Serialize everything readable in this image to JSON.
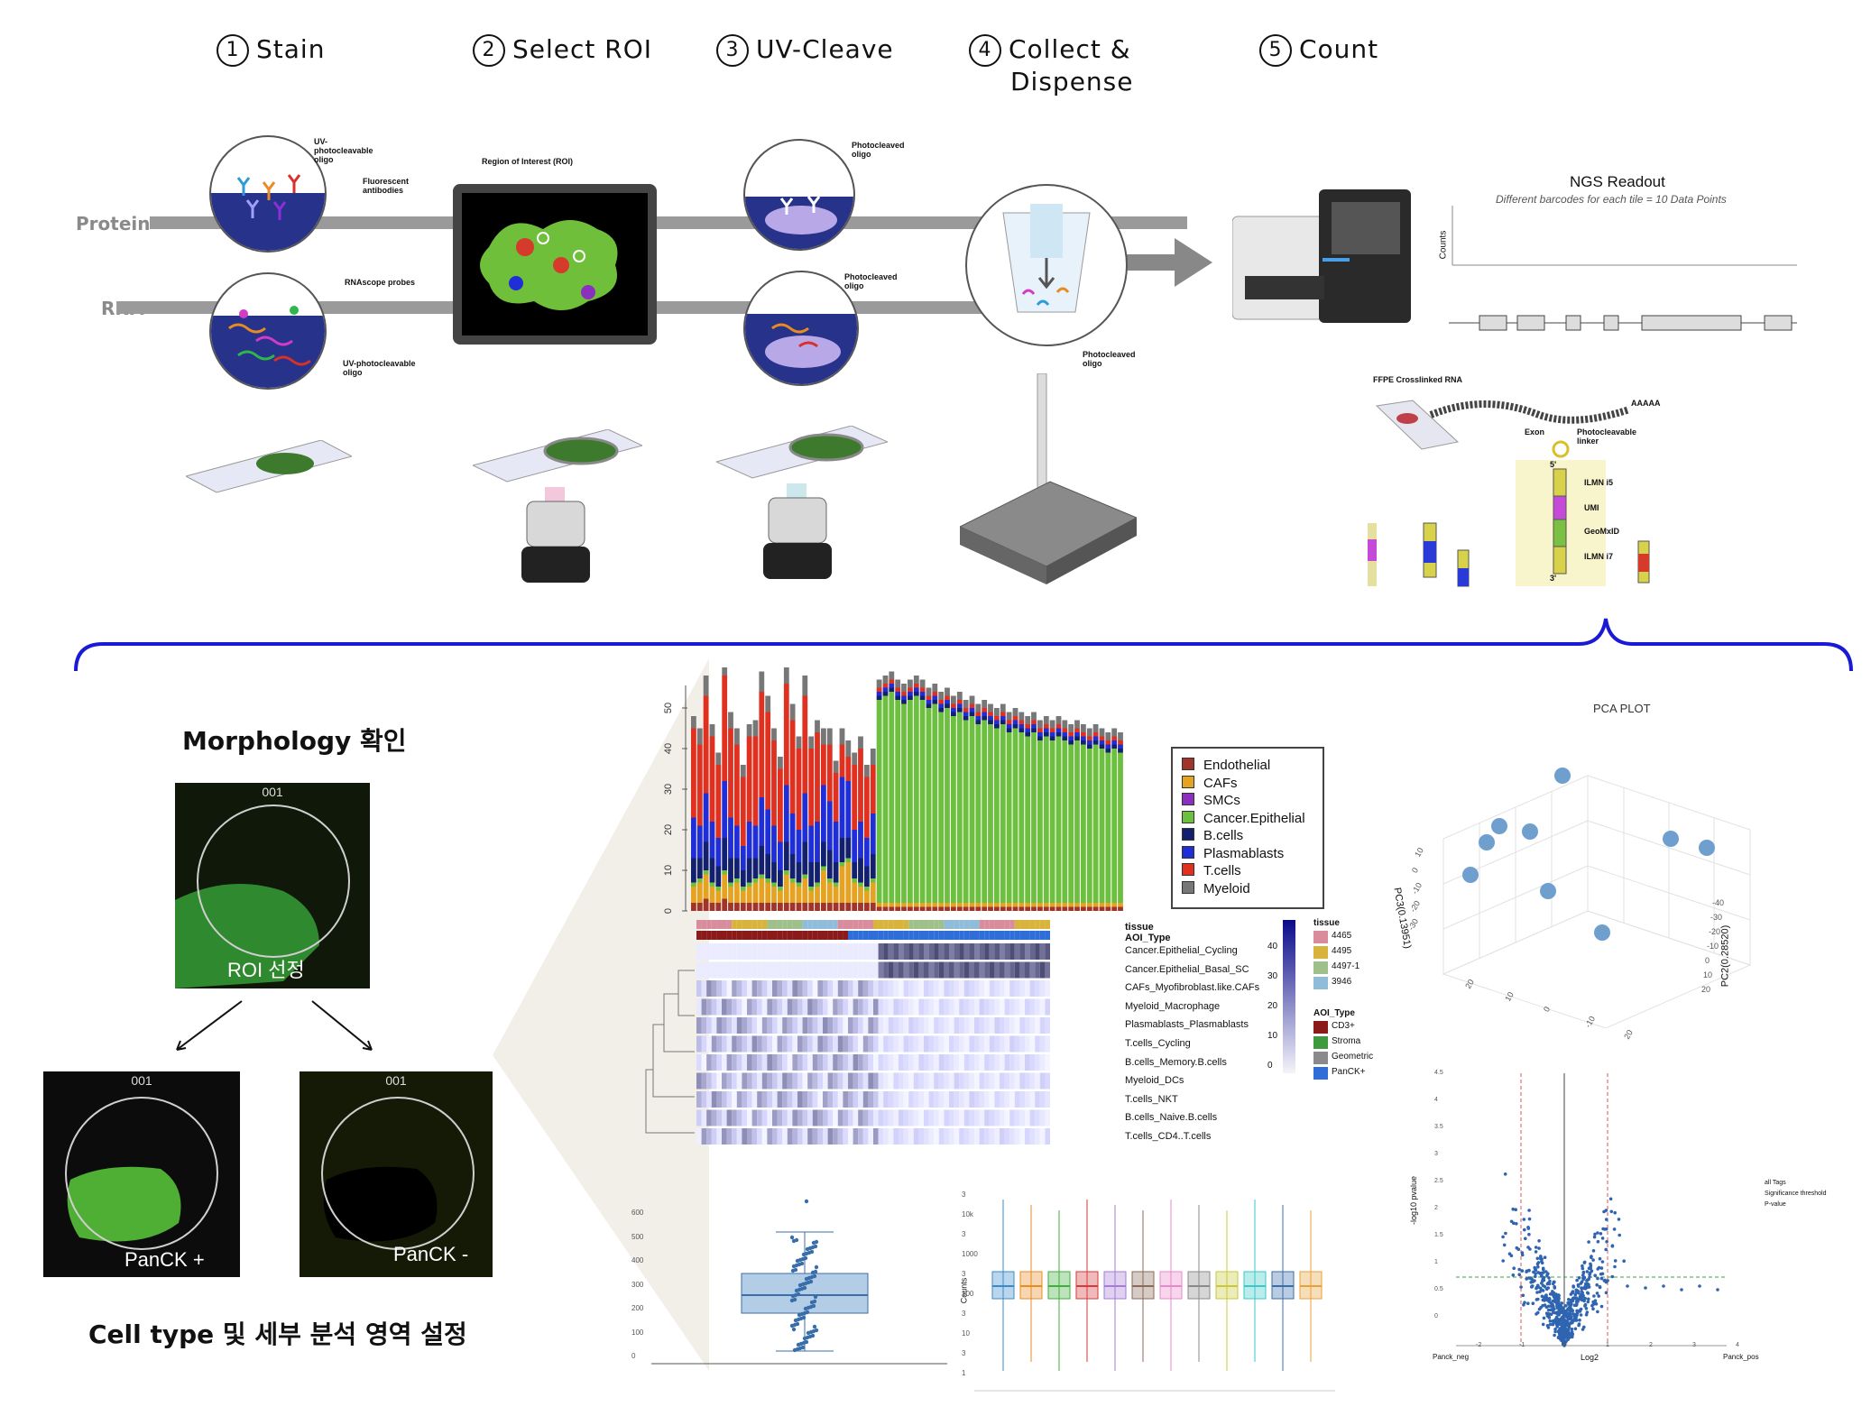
{
  "steps": [
    {
      "num": "1",
      "label": "Stain"
    },
    {
      "num": "2",
      "label": "Select ROI"
    },
    {
      "num": "3",
      "label": "UV-Cleave"
    },
    {
      "num": "4",
      "label": "Collect &",
      "label2": "Dispense"
    },
    {
      "num": "5",
      "label": "Count"
    }
  ],
  "tracks": {
    "protein": "Protein",
    "rna": "RNA"
  },
  "stain": {
    "uv_oligo": "UV-photocleavable oligo",
    "fluor": "Fluorescent antibodies",
    "rnascope": "RNAscope probes",
    "uv_oligo2": "UV-photocleavable oligo"
  },
  "roi": {
    "label": "Region of Interest (ROI)"
  },
  "cleave": {
    "top": "Photocleaved oligo",
    "bottom": "Photocleaved oligo"
  },
  "collect": {
    "label": "Photocleaved oligo"
  },
  "ngs": {
    "title": "NGS Readout",
    "subtitle": "Different barcodes for each tile = 10 Data Points",
    "ylabel": "Counts"
  },
  "ffpe": {
    "title": "FFPE Crosslinked RNA",
    "polya": "AAAAA",
    "exon": "Exon",
    "linker": "Photocleavable linker",
    "five": "5'",
    "three": "3'",
    "parts": [
      "ILMN i5",
      "UMI",
      "GeoMxID",
      "ILMN i7"
    ]
  },
  "morphology": {
    "title": "Morphology 확인",
    "roi_num": "001",
    "roi_label": "ROI 선정",
    "pos_num": "001",
    "pos_label": "PanCK +",
    "neg_num": "001",
    "neg_label": "PanCK -",
    "footer": "Cell type 및 세부 분석 영역 설정"
  },
  "legend": {
    "items": [
      {
        "label": "Endothelial",
        "color": "#a0342a"
      },
      {
        "label": "CAFs",
        "color": "#e6a321"
      },
      {
        "label": "SMCs",
        "color": "#8a2fbe"
      },
      {
        "label": "Cancer.Epithelial",
        "color": "#6cbf3f"
      },
      {
        "label": "B.cells",
        "color": "#12206e"
      },
      {
        "label": "Plasmablasts",
        "color": "#1f2ed6"
      },
      {
        "label": "T.cells",
        "color": "#e03020"
      },
      {
        "label": "Myeloid",
        "color": "#777777"
      }
    ]
  },
  "heatmap": {
    "top_labels": [
      "tissue",
      "AOI_Type"
    ],
    "rows": [
      "Cancer.Epithelial_Cycling",
      "Cancer.Epithelial_Basal_SC",
      "CAFs_Myofibroblast.like.CAFs",
      "Myeloid_Macrophage",
      "Plasmablasts_Plasmablasts",
      "T.cells_Cycling",
      "B.cells_Memory.B.cells",
      "Myeloid_DCs",
      "T.cells_NKT",
      "B.cells_Naive.B.cells",
      "T.cells_CD4..T.cells"
    ],
    "scale_ticks": [
      "40",
      "30",
      "20",
      "10",
      "0"
    ],
    "tissue_title": "tissue",
    "tissue": [
      {
        "label": "4465",
        "color": "#d98c9c"
      },
      {
        "label": "4495",
        "color": "#d8b43c"
      },
      {
        "label": "4497-1",
        "color": "#9fc08a"
      },
      {
        "label": "3946",
        "color": "#8fbcd8"
      }
    ],
    "aoi_title": "AOI_Type",
    "aoi": [
      {
        "label": "CD3+",
        "color": "#8b1a1a"
      },
      {
        "label": "Stroma",
        "color": "#3f9a3f"
      },
      {
        "label": "Geometric",
        "color": "#8a8a8a"
      },
      {
        "label": "PanCK+",
        "color": "#2f6ed8"
      }
    ]
  },
  "pca": {
    "title": "PCA PLOT",
    "pc3": "PC3(0.13951)",
    "pc2": "PC2(0.28520)",
    "ticks_left": [
      "10",
      "0",
      "-10",
      "-20",
      "-30"
    ],
    "ticks_right": [
      "-40",
      "-30",
      "-20",
      "-10",
      "0",
      "10",
      "20"
    ],
    "ticks_bottom": [
      "20",
      "10",
      "0",
      "-10",
      "20"
    ]
  },
  "volcano": {
    "ylabel": "-log10 pvalue",
    "xlabel": "Log2",
    "left": "Panck_neg",
    "right": "Panck_pos",
    "legend": [
      "all Tags",
      "Significance threshold",
      "P-value"
    ],
    "yticks": [
      "4.5",
      "4",
      "3.5",
      "3",
      "2.5",
      "2",
      "1.5",
      "1",
      "0.5",
      "0"
    ],
    "xticks": [
      "-2",
      "-1",
      "0",
      "1",
      "2",
      "3",
      "4"
    ]
  },
  "box1": {
    "yticks": [
      "600",
      "500",
      "400",
      "300",
      "200",
      "100",
      "0"
    ]
  },
  "box2": {
    "ylabel": "Counts",
    "yticks": [
      "3",
      "10k",
      "3",
      "1000",
      "3",
      "100",
      "3",
      "10",
      "3",
      "1"
    ]
  },
  "chart_data": {
    "type": "bar",
    "title": "",
    "ylim": [
      0,
      50
    ],
    "yticks": [
      "50",
      "40",
      "30",
      "20",
      "10",
      "0"
    ],
    "series": [
      {
        "name": "Endothelial",
        "values": [
          2,
          2,
          3,
          2,
          2,
          3,
          2,
          2,
          2,
          2,
          2,
          2,
          2,
          2,
          2,
          2,
          2,
          2,
          2,
          2,
          2,
          2,
          2,
          2,
          2,
          2,
          2,
          2,
          2,
          2,
          1,
          1,
          1,
          1,
          1,
          1,
          1,
          1,
          1,
          1,
          1,
          1,
          1,
          1,
          1,
          1,
          1,
          1,
          1,
          1,
          1,
          1,
          1,
          1,
          1,
          1,
          1,
          1,
          1,
          1,
          1,
          1,
          1,
          1,
          1,
          1,
          1,
          1,
          1,
          1
        ]
      },
      {
        "name": "CAFs",
        "values": [
          4,
          5,
          6,
          4,
          3,
          6,
          4,
          5,
          3,
          4,
          5,
          6,
          5,
          4,
          3,
          7,
          5,
          4,
          6,
          3,
          4,
          8,
          5,
          4,
          9,
          10,
          5,
          4,
          3,
          5,
          1,
          1,
          1,
          1,
          1,
          1,
          1,
          1,
          1,
          1,
          1,
          1,
          1,
          1,
          1,
          1,
          1,
          1,
          1,
          1,
          1,
          1,
          1,
          1,
          1,
          1,
          1,
          1,
          1,
          1,
          1,
          1,
          1,
          1,
          1,
          1,
          1,
          1,
          1,
          1
        ]
      },
      {
        "name": "Cancer.Epithelial",
        "values": [
          1,
          1,
          1,
          1,
          1,
          1,
          1,
          1,
          1,
          1,
          1,
          1,
          1,
          1,
          1,
          1,
          1,
          1,
          1,
          1,
          1,
          1,
          1,
          1,
          1,
          1,
          1,
          1,
          1,
          1,
          50,
          51,
          52,
          50,
          49,
          50,
          51,
          50,
          48,
          49,
          47,
          48,
          46,
          47,
          45,
          46,
          44,
          45,
          44,
          43,
          44,
          42,
          43,
          42,
          41,
          42,
          40,
          41,
          40,
          41,
          40,
          39,
          40,
          39,
          38,
          39,
          38,
          37,
          38,
          37
        ]
      },
      {
        "name": "B.cells",
        "values": [
          6,
          5,
          7,
          6,
          5,
          8,
          6,
          5,
          4,
          6,
          5,
          7,
          6,
          5,
          4,
          7,
          6,
          5,
          8,
          6,
          5,
          6,
          7,
          5,
          6,
          5,
          4,
          6,
          5,
          6,
          1,
          1,
          1,
          1,
          1,
          1,
          1,
          1,
          1,
          1,
          1,
          1,
          1,
          1,
          1,
          1,
          1,
          1,
          1,
          1,
          1,
          1,
          1,
          1,
          1,
          1,
          1,
          1,
          1,
          1,
          1,
          1,
          1,
          1,
          1,
          1,
          1,
          1,
          1,
          1
        ]
      },
      {
        "name": "Plasmablasts",
        "values": [
          10,
          8,
          12,
          9,
          7,
          14,
          10,
          8,
          6,
          9,
          8,
          12,
          11,
          9,
          7,
          14,
          10,
          8,
          12,
          9,
          10,
          14,
          12,
          10,
          15,
          14,
          8,
          9,
          7,
          10,
          1,
          1,
          1,
          1,
          1,
          1,
          1,
          1,
          1,
          1,
          1,
          1,
          1,
          1,
          1,
          1,
          1,
          1,
          1,
          1,
          1,
          1,
          1,
          1,
          1,
          1,
          1,
          1,
          1,
          1,
          1,
          1,
          1,
          1,
          1,
          1,
          1,
          1,
          1,
          1
        ]
      },
      {
        "name": "T.cells",
        "values": [
          22,
          20,
          24,
          21,
          18,
          26,
          22,
          20,
          17,
          21,
          22,
          26,
          24,
          21,
          18,
          25,
          23,
          20,
          24,
          19,
          22,
          10,
          14,
          12,
          8,
          6,
          16,
          18,
          15,
          12,
          1,
          1,
          1,
          1,
          1,
          1,
          1,
          1,
          1,
          1,
          1,
          1,
          1,
          1,
          1,
          1,
          1,
          1,
          1,
          1,
          1,
          1,
          1,
          1,
          1,
          1,
          1,
          1,
          1,
          1,
          1,
          1,
          1,
          1,
          1,
          1,
          1,
          1,
          1,
          1
        ]
      },
      {
        "name": "Myeloid",
        "values": [
          3,
          4,
          5,
          3,
          3,
          5,
          4,
          4,
          3,
          3,
          4,
          5,
          4,
          3,
          3,
          5,
          4,
          3,
          5,
          3,
          3,
          4,
          4,
          3,
          4,
          4,
          3,
          3,
          3,
          4,
          2,
          2,
          2,
          2,
          2,
          2,
          2,
          2,
          2,
          2,
          2,
          2,
          2,
          2,
          2,
          2,
          2,
          2,
          2,
          2,
          2,
          2,
          2,
          2,
          2,
          2,
          2,
          2,
          2,
          2,
          2,
          2,
          2,
          2,
          2,
          2,
          2,
          2,
          2,
          2
        ]
      }
    ]
  }
}
